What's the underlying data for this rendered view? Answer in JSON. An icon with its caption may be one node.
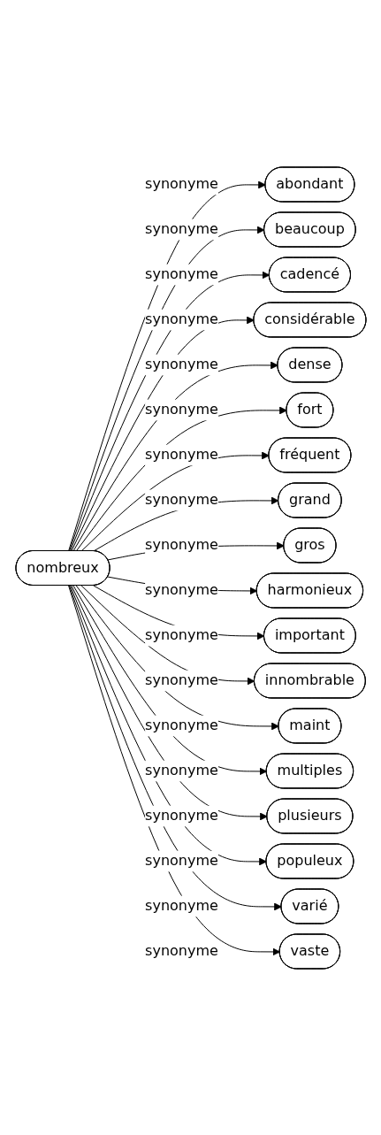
{
  "diagram": {
    "nodes": [
      {
        "text": [
          "nombreux"
        ]
      },
      {
        "text": [
          "abondant"
        ]
      },
      {
        "text": [
          "beaucoup"
        ]
      },
      {
        "text": [
          "cadencé"
        ]
      },
      {
        "text": [
          "considérable"
        ]
      },
      {
        "text": [
          "dense"
        ]
      },
      {
        "text": [
          "fort"
        ]
      },
      {
        "text": [
          "fréquent"
        ]
      },
      {
        "text": [
          "grand"
        ]
      },
      {
        "text": [
          "gros"
        ]
      },
      {
        "text": [
          "harmonieux"
        ]
      },
      {
        "text": [
          "important"
        ]
      },
      {
        "text": [
          "innombrable"
        ]
      },
      {
        "text": [
          "maint"
        ]
      },
      {
        "text": [
          "multiples"
        ]
      },
      {
        "text": [
          "plusieurs"
        ]
      },
      {
        "text": [
          "populeux"
        ]
      },
      {
        "text": [
          "varié"
        ]
      },
      {
        "text": [
          "vaste"
        ]
      }
    ],
    "edges": [
      {
        "from": 0,
        "to": 1,
        "arrow": "to",
        "label": "synonyme"
      },
      {
        "from": 0,
        "to": 2,
        "arrow": "to",
        "label": "synonyme"
      },
      {
        "from": 0,
        "to": 3,
        "arrow": "to",
        "label": "synonyme"
      },
      {
        "from": 0,
        "to": 4,
        "arrow": "to",
        "label": "synonyme"
      },
      {
        "from": 0,
        "to": 5,
        "arrow": "to",
        "label": "synonyme"
      },
      {
        "from": 0,
        "to": 6,
        "arrow": "to",
        "label": "synonyme"
      },
      {
        "from": 0,
        "to": 7,
        "arrow": "to",
        "label": "synonyme"
      },
      {
        "from": 0,
        "to": 8,
        "arrow": "to",
        "label": "synonyme"
      },
      {
        "from": 0,
        "to": 9,
        "arrow": "to",
        "label": "synonyme"
      },
      {
        "from": 0,
        "to": 10,
        "arrow": "to",
        "label": "synonyme"
      },
      {
        "from": 0,
        "to": 11,
        "arrow": "to",
        "label": "synonyme"
      },
      {
        "from": 0,
        "to": 12,
        "arrow": "to",
        "label": "synonyme"
      },
      {
        "from": 0,
        "to": 13,
        "arrow": "to",
        "label": "synonyme"
      },
      {
        "from": 0,
        "to": 14,
        "arrow": "to",
        "label": "synonyme"
      },
      {
        "from": 0,
        "to": 15,
        "arrow": "to",
        "label": "synonyme"
      },
      {
        "from": 0,
        "to": 16,
        "arrow": "to",
        "label": "synonyme"
      },
      {
        "from": 0,
        "to": 17,
        "arrow": "to",
        "label": "synonyme"
      },
      {
        "from": 0,
        "to": 18,
        "arrow": "to",
        "label": "synonyme"
      }
    ]
  }
}
